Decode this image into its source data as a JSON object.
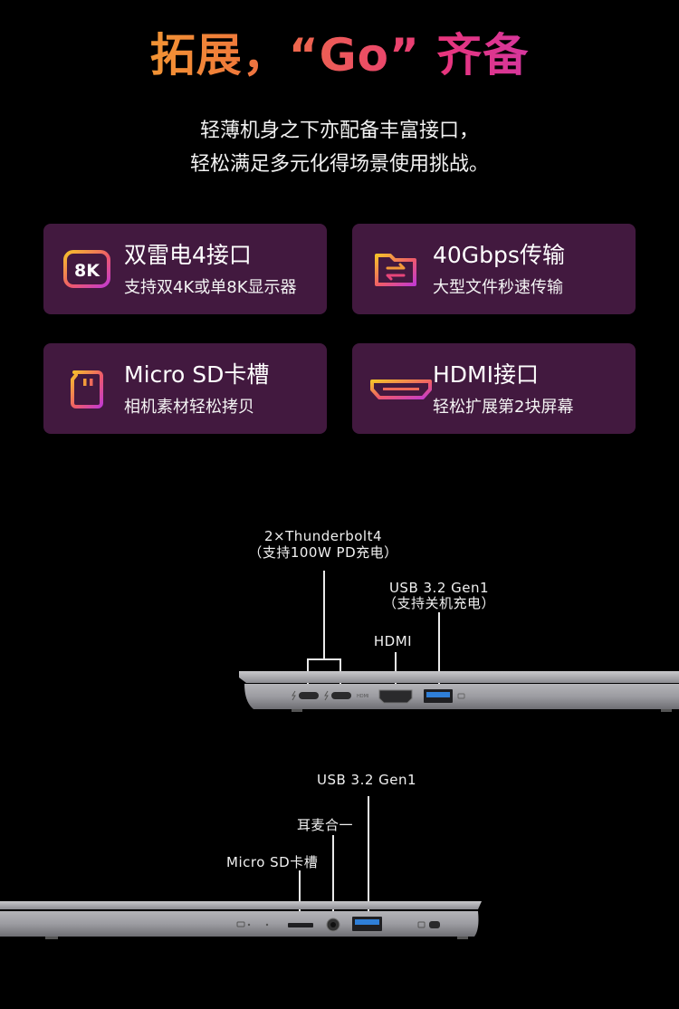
{
  "header": {
    "title": "拓展，“Go” 齐备",
    "subtitle_lines": [
      "轻薄机身之下亦配备丰富接口，",
      "轻松满足多元化得场景使用挑战。"
    ]
  },
  "features": [
    {
      "icon": "8k-icon",
      "title": "双雷电4接口",
      "desc": "支持双4K或单8K显示器"
    },
    {
      "icon": "folder-transfer-icon",
      "title": "40Gbps传输",
      "desc": "大型文件秒速传输"
    },
    {
      "icon": "sd-card-icon",
      "title": "Micro SD卡槽",
      "desc": "相机素材轻松拷贝"
    },
    {
      "icon": "hdmi-icon",
      "title": "HDMI接口",
      "desc": "轻松扩展第2块屏幕"
    }
  ],
  "icon_text": {
    "8k": "8K"
  },
  "left_side": {
    "tb_label": "2×Thunderbolt4",
    "tb_sub": "（支持100W PD充电）",
    "usb_label": "USB 3.2 Gen1",
    "usb_sub": "（支持关机充电）",
    "hdmi_label": "HDMI"
  },
  "right_side": {
    "usb_label": "USB 3.2 Gen1",
    "audio_label": "耳麦合一",
    "sd_label": "Micro SD卡槽"
  },
  "colors": {
    "card_bg": "#42193f",
    "gradient_start": "#f6c12a",
    "gradient_mid": "#e8357c",
    "gradient_end": "#b437d6",
    "usb_blue": "#2f7fd8"
  }
}
